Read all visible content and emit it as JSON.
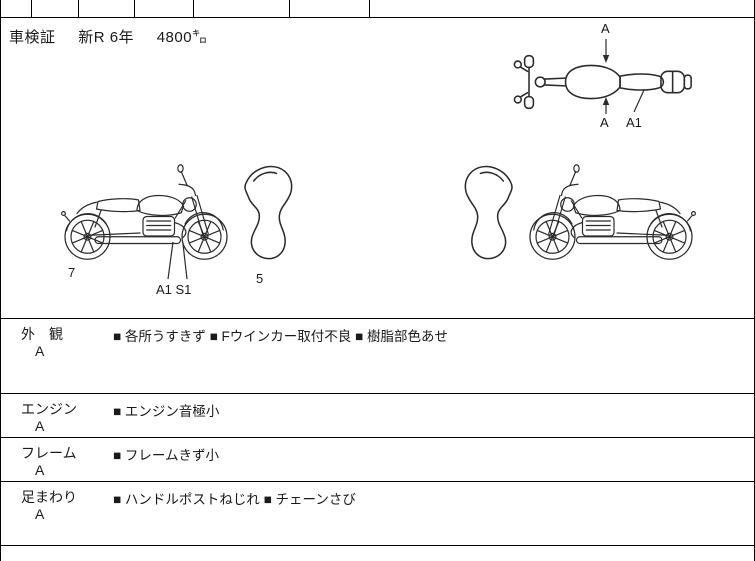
{
  "page": {
    "registration": {
      "label": "車検証",
      "term": "新R 6年",
      "mileage": "4800㌔"
    }
  },
  "diagrams": {
    "top_view": {
      "label_a_top": "A",
      "label_a_bottom": "A",
      "label_a1_bottom": "A1"
    },
    "left_view": {
      "zone_rear": "7",
      "mark_engine": "A1 S1",
      "zone_front": "5"
    }
  },
  "sections": [
    {
      "name": "外　観",
      "grade": "A",
      "notes": "■ 各所うすきず ■ Fウインカー取付不良 ■ 樹脂部色あせ"
    },
    {
      "name": "エンジン",
      "grade": "A",
      "notes": "■ エンジン音極小"
    },
    {
      "name": "フレーム",
      "grade": "A",
      "notes": "■ フレームきず小"
    },
    {
      "name": "足まわり",
      "grade": "A",
      "notes": "■ ハンドルポストねじれ ■ チェーンさび"
    }
  ],
  "colors": {
    "ink": "#1a1a1a",
    "line": "#000000",
    "background": "#ffffff"
  }
}
